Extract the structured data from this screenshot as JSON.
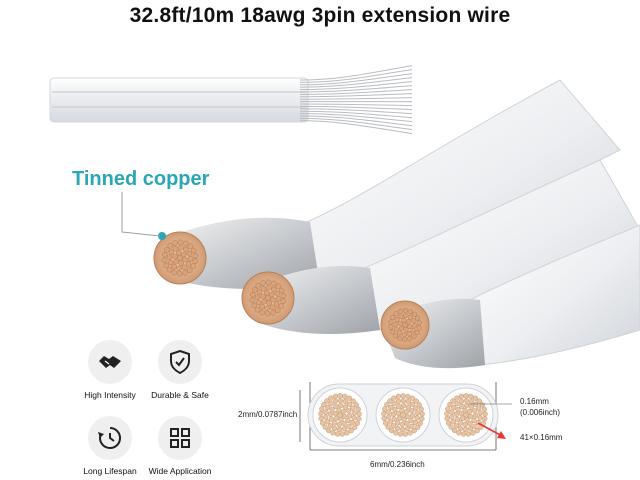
{
  "title": "32.8ft/10m 18awg 3pin extension wire",
  "callout": {
    "label": "Tinned copper",
    "color": "#2aa6b7"
  },
  "features": [
    {
      "label": "High Intensity",
      "icon": "handshake-icon"
    },
    {
      "label": "Durable & Safe",
      "icon": "shield-check-icon"
    },
    {
      "label": "Long Lifespan",
      "icon": "clock-cycle-icon"
    },
    {
      "label": "Wide Application",
      "icon": "grid-squares-icon"
    }
  ],
  "dimensions": {
    "height": "2mm/0.0787inch",
    "width": "6mm/0.236inch",
    "strand_mm": "0.16mm",
    "strand_inch": "(0.006inch)",
    "strand_count": "41×0.16mm"
  },
  "colors": {
    "jacket": "#f4f5f7",
    "copper": "#e2b48f",
    "arrow": "#e53935"
  }
}
